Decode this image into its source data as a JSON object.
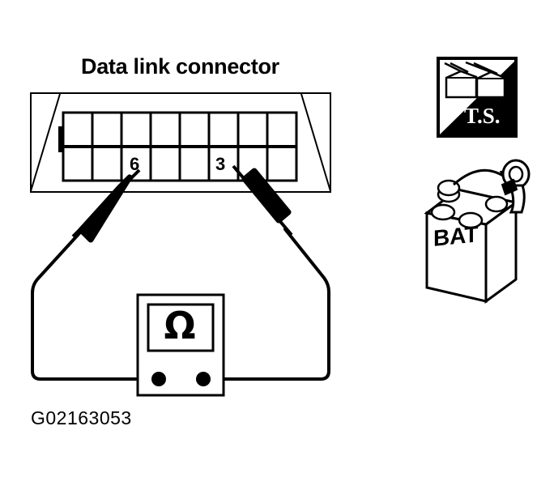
{
  "figure": {
    "title": "Data link connector",
    "figure_id": "G02163053",
    "connector": {
      "pin_rows": 2,
      "pin_columns": 8,
      "labeled_pins": [
        {
          "number": "6",
          "row": "bottom",
          "column": 3
        },
        {
          "number": "3",
          "row": "bottom",
          "column": 6
        }
      ]
    },
    "meter": {
      "display_symbol": "Ω",
      "symbol_name": "ohm-symbol",
      "terminal_count": 2
    },
    "tool_icon": {
      "label": "T.S.",
      "description": "test-switch-connector-icon"
    },
    "battery_icon": {
      "label": "BAT",
      "description": "battery-disconnect-icon"
    },
    "colors": {
      "line": "#000000",
      "background": "#ffffff",
      "icon_fill": "#000000",
      "icon_text": "#ffffff"
    }
  }
}
